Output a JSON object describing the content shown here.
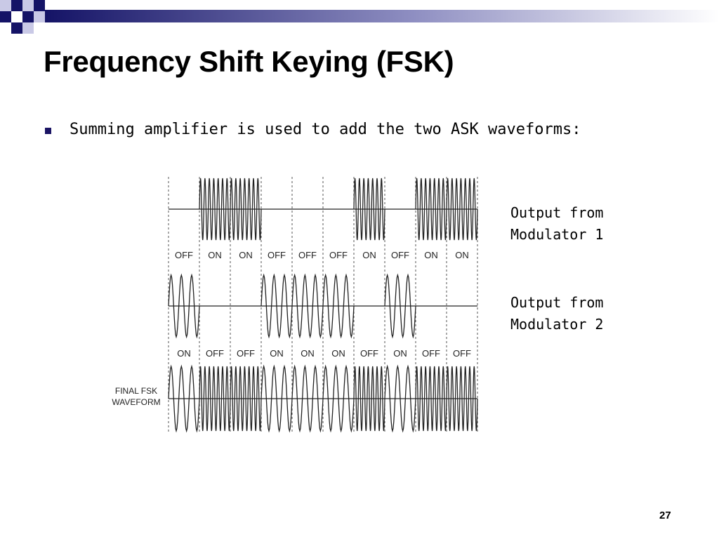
{
  "slide": {
    "title": "Frequency Shift Keying (FSK)",
    "bullet": "Summing amplifier is  used to add the two ASK waveforms:",
    "page_number": "27"
  },
  "annotations": {
    "modulator1": {
      "line1": "Output from",
      "line2": "Modulator 1"
    },
    "modulator2": {
      "line1": "Output from",
      "line2": "Modulator 2"
    }
  },
  "diagram": {
    "final_label_line1": "FINAL FSK",
    "final_label_line2": "WAVEFORM",
    "modulator1_states": [
      "OFF",
      "ON",
      "ON",
      "OFF",
      "OFF",
      "OFF",
      "ON",
      "OFF",
      "ON",
      "ON"
    ],
    "modulator2_states": [
      "ON",
      "OFF",
      "OFF",
      "ON",
      "ON",
      "ON",
      "OFF",
      "ON",
      "OFF",
      "OFF"
    ],
    "high_frequency_cycles_per_bit": 7,
    "low_frequency_cycles_per_bit": 3
  },
  "colors": {
    "bullet": "#1b1464",
    "wave": "#222222",
    "banner_dark": "#141366",
    "banner_light": "#ffffff"
  },
  "icons": {
    "bullet": "square-bullet-icon",
    "banner": "checker-squares-icon"
  }
}
